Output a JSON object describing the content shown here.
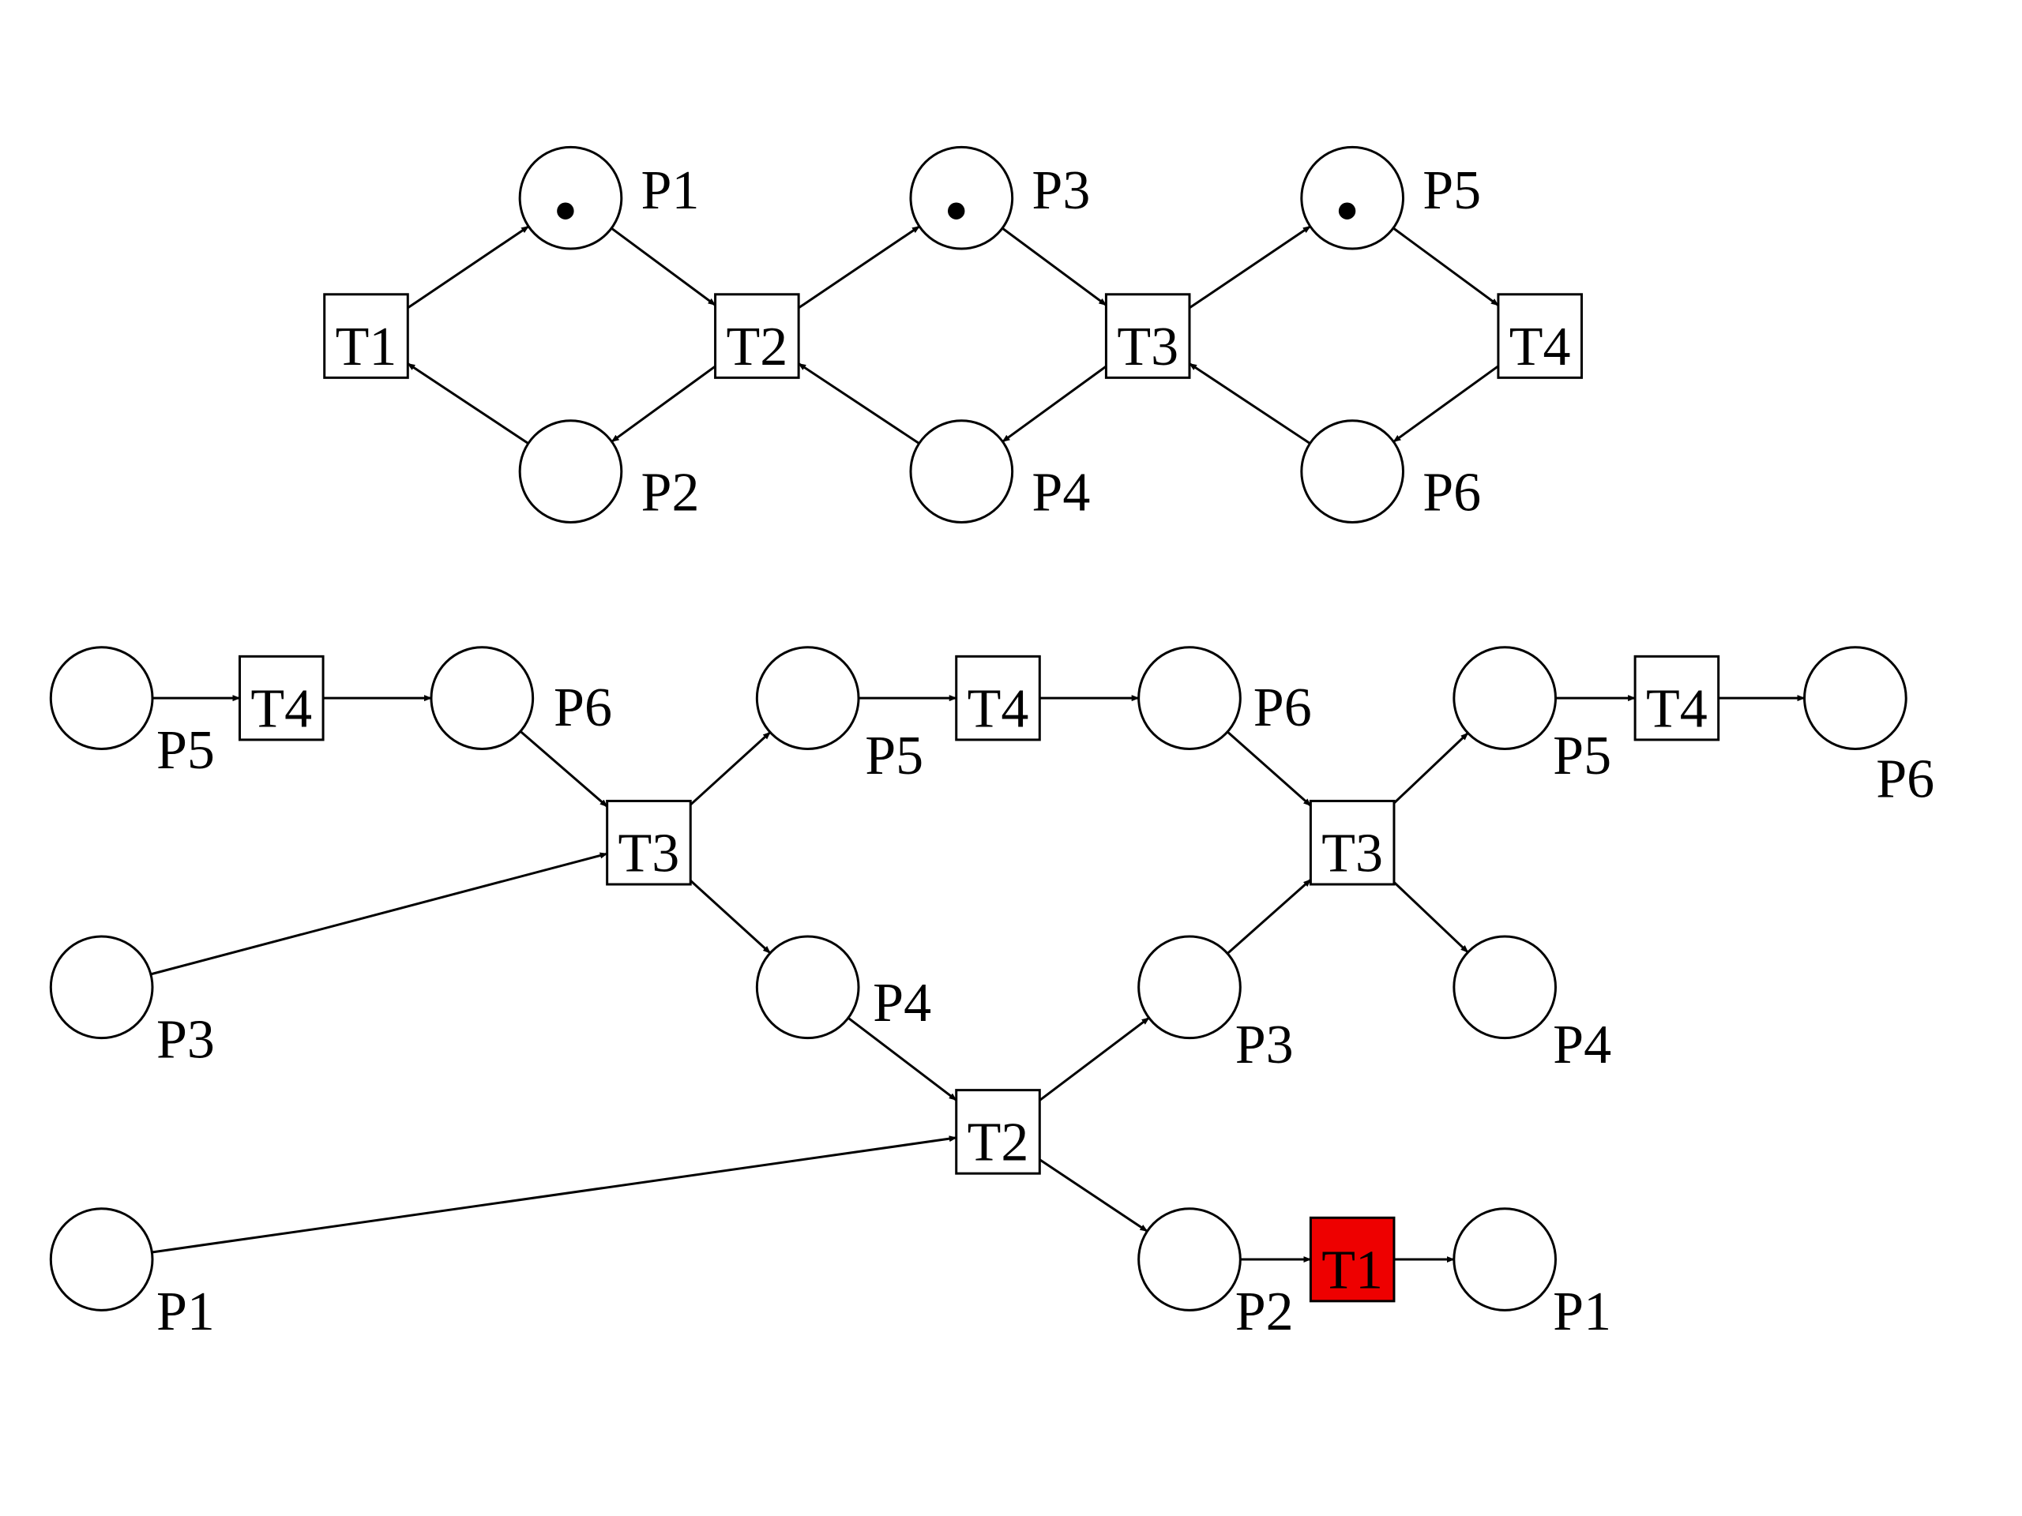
{
  "colors": {
    "stroke": "#000000",
    "background": "#ffffff",
    "highlight": "#ee0000"
  },
  "petri_net": {
    "places": [
      {
        "id": "P1",
        "label": "P1",
        "tokens": 1
      },
      {
        "id": "P2",
        "label": "P2",
        "tokens": 0
      },
      {
        "id": "P3",
        "label": "P3",
        "tokens": 1
      },
      {
        "id": "P4",
        "label": "P4",
        "tokens": 0
      },
      {
        "id": "P5",
        "label": "P5",
        "tokens": 1
      },
      {
        "id": "P6",
        "label": "P6",
        "tokens": 0
      }
    ],
    "transitions": [
      {
        "id": "T1",
        "label": "T1"
      },
      {
        "id": "T2",
        "label": "T2"
      },
      {
        "id": "T3",
        "label": "T3"
      },
      {
        "id": "T4",
        "label": "T4"
      }
    ],
    "arcs": [
      {
        "from": "P2",
        "to": "T1"
      },
      {
        "from": "T1",
        "to": "P1"
      },
      {
        "from": "P1",
        "to": "T2"
      },
      {
        "from": "P4",
        "to": "T2"
      },
      {
        "from": "T2",
        "to": "P2"
      },
      {
        "from": "T2",
        "to": "P3"
      },
      {
        "from": "P3",
        "to": "T3"
      },
      {
        "from": "P6",
        "to": "T3"
      },
      {
        "from": "T3",
        "to": "P4"
      },
      {
        "from": "T3",
        "to": "P5"
      },
      {
        "from": "P5",
        "to": "T4"
      },
      {
        "from": "T4",
        "to": "P6"
      }
    ]
  },
  "unfolding": {
    "places": [
      {
        "id": "a1",
        "label": "P5"
      },
      {
        "id": "a2",
        "label": "P6"
      },
      {
        "id": "b1",
        "label": "P3"
      },
      {
        "id": "c1",
        "label": "P1"
      },
      {
        "id": "a3",
        "label": "P5"
      },
      {
        "id": "a4",
        "label": "P6"
      },
      {
        "id": "a5",
        "label": "P5"
      },
      {
        "id": "a6",
        "label": "P6"
      },
      {
        "id": "b2",
        "label": "P4"
      },
      {
        "id": "b3",
        "label": "P3"
      },
      {
        "id": "b4",
        "label": "P4"
      },
      {
        "id": "c2",
        "label": "P2"
      },
      {
        "id": "c3",
        "label": "P1"
      }
    ],
    "transitions": [
      {
        "id": "e1",
        "label": "T4",
        "highlighted": false
      },
      {
        "id": "e2",
        "label": "T3",
        "highlighted": false
      },
      {
        "id": "e3",
        "label": "T4",
        "highlighted": false
      },
      {
        "id": "e4",
        "label": "T2",
        "highlighted": false
      },
      {
        "id": "e5",
        "label": "T3",
        "highlighted": false
      },
      {
        "id": "e6",
        "label": "T4",
        "highlighted": false
      },
      {
        "id": "e7",
        "label": "T1",
        "highlighted": true
      }
    ],
    "arcs": [
      {
        "from": "a1",
        "to": "e1"
      },
      {
        "from": "e1",
        "to": "a2"
      },
      {
        "from": "a2",
        "to": "e2"
      },
      {
        "from": "b1",
        "to": "e2"
      },
      {
        "from": "e2",
        "to": "a3"
      },
      {
        "from": "e2",
        "to": "b2"
      },
      {
        "from": "a3",
        "to": "e3"
      },
      {
        "from": "e3",
        "to": "a4"
      },
      {
        "from": "b2",
        "to": "e4"
      },
      {
        "from": "c1",
        "to": "e4"
      },
      {
        "from": "e4",
        "to": "b3"
      },
      {
        "from": "e4",
        "to": "c2"
      },
      {
        "from": "a4",
        "to": "e5"
      },
      {
        "from": "b3",
        "to": "e5"
      },
      {
        "from": "e5",
        "to": "a5"
      },
      {
        "from": "e5",
        "to": "b4"
      },
      {
        "from": "a5",
        "to": "e6"
      },
      {
        "from": "e6",
        "to": "a6"
      },
      {
        "from": "c2",
        "to": "e7"
      },
      {
        "from": "e7",
        "to": "c3"
      }
    ]
  }
}
